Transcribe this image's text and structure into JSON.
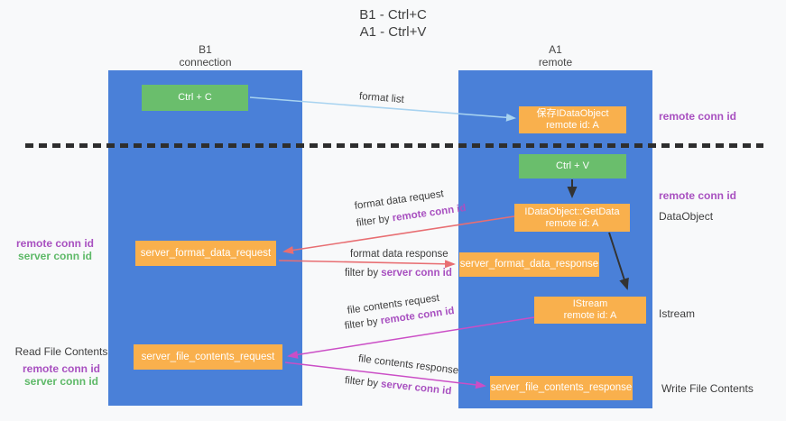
{
  "title": {
    "line1": "B1 - Ctrl+C",
    "line2": "A1 - Ctrl+V"
  },
  "columns": {
    "left": {
      "name": "B1",
      "role": "connection"
    },
    "right": {
      "name": "A1",
      "role": "remote"
    }
  },
  "boxes": {
    "ctrl_c": "Ctrl + C",
    "save_idataobject": {
      "line1": "保存IDataObject",
      "line2": "remote id: A"
    },
    "ctrl_v": "Ctrl + V",
    "getdata": {
      "line1": "IDataObject::GetData",
      "line2": "remote id: A"
    },
    "format_request": "server_format_data_request",
    "format_response": "server_format_data_response",
    "istream": {
      "line1": "IStream",
      "line2": "remote id: A"
    },
    "file_request": "server_file_contents_request",
    "file_response": "server_file_contents_response"
  },
  "flow_labels": {
    "format_list": "format list",
    "format_request": {
      "main": "format data request",
      "filter_prefix": "filter by ",
      "filter_key": "remote conn id"
    },
    "format_response": {
      "main": "format data response",
      "filter_prefix": "filter by ",
      "filter_key": "server conn id"
    },
    "file_request": {
      "main": "file contents request",
      "filter_prefix": "filter by ",
      "filter_key": "remote conn id"
    },
    "file_response": {
      "main": "file contents response",
      "filter_prefix": "filter by ",
      "filter_key": "server conn id"
    }
  },
  "right_annotations": {
    "top_remote": "remote conn id",
    "mid_remote": "remote conn id",
    "dataobject": "DataObject",
    "istream": "Istream",
    "write": "Write File Contents"
  },
  "left_annotations": {
    "group1": {
      "remote": "remote conn id",
      "server": "server conn id"
    },
    "group2": {
      "title": "Read File Contents",
      "remote": "remote conn id",
      "server": "server conn id"
    }
  },
  "colors": {
    "column_blue": "#4a80d8",
    "green_box": "#6abe6c",
    "orange_box": "#f9b04d",
    "red_arrow": "#e86e72",
    "magenta_arrow": "#cb4ec6",
    "light_blue_arrow": "#a8d3f0",
    "black_arrow": "#333333",
    "purple_text": "#a850c0",
    "green_text": "#5eb968"
  }
}
